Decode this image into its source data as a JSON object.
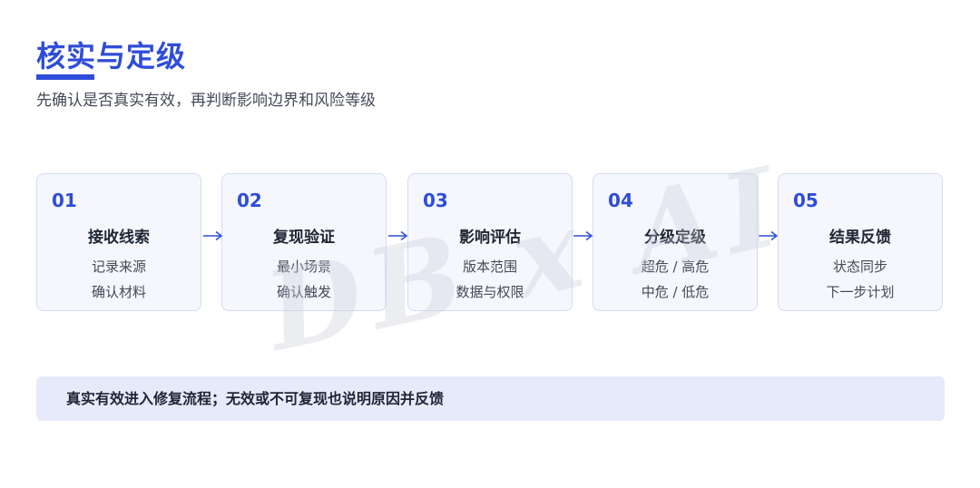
{
  "header": {
    "title": "核实与定级",
    "subtitle": "先确认是否真实有效，再判断影响边界和风险等级"
  },
  "watermark": "DB x AI",
  "steps": [
    {
      "num": "01",
      "name": "接收线索",
      "line1": "记录来源",
      "line2": "确认材料"
    },
    {
      "num": "02",
      "name": "复现验证",
      "line1": "最小场景",
      "line2": "确认触发"
    },
    {
      "num": "03",
      "name": "影响评估",
      "line1": "版本范围",
      "line2": "数据与权限"
    },
    {
      "num": "04",
      "name": "分级定级",
      "line1": "超危 / 高危",
      "line2": "中危 / 低危"
    },
    {
      "num": "05",
      "name": "结果反馈",
      "line1": "状态同步",
      "line2": "下一步计划"
    }
  ],
  "footer": {
    "note": "真实有效进入修复流程；无效或不可复现也说明原因并反馈"
  },
  "colors": {
    "accent": "#2f4dd8",
    "card_bg": "#f5f7fd",
    "card_border": "#d4dbf3",
    "banner_bg": "#e6eafb"
  }
}
